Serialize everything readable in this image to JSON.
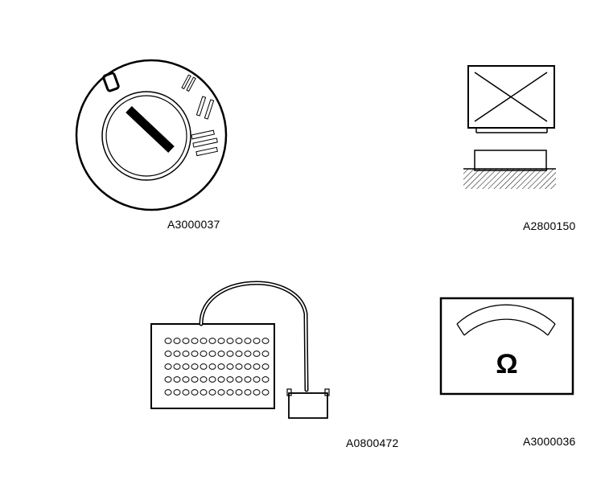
{
  "figures": [
    {
      "id": "ignition",
      "icon": "ignition-switch-icon",
      "caption": "A3000037"
    },
    {
      "id": "connector-top",
      "icon": "connector-disconnected-icon",
      "caption": "A2800150"
    },
    {
      "id": "breakout-box",
      "icon": "breakout-box-icon",
      "caption": "A0800472"
    },
    {
      "id": "ohmmeter",
      "icon": "ohmmeter-icon",
      "caption": "A3000036",
      "symbol": "Ω"
    }
  ]
}
